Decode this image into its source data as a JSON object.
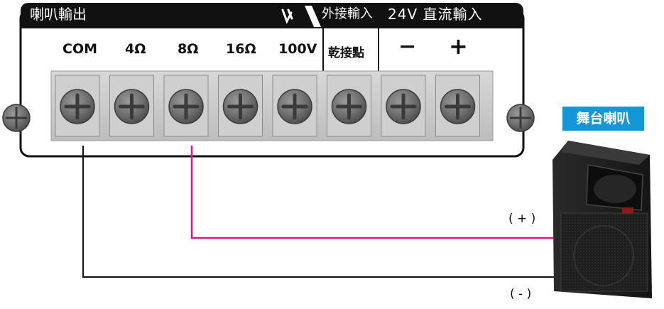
{
  "panel": {
    "speaker_output_label": "喇叭輸出",
    "external_input_label": "外接輸入",
    "dc_input_label": "24V 直流輸入",
    "dry_contact_label": "乾接點",
    "terminals": [
      "COM",
      "4Ω",
      "8Ω",
      "16Ω",
      "100V",
      "乾接點",
      "−",
      "+"
    ]
  },
  "wiring": {
    "plus_label": "( + )",
    "minus_label": "( - )",
    "plus_wire_color": "#e0157f",
    "minus_wire_color": "#111111"
  },
  "speaker": {
    "badge_label": "舞台喇叭",
    "badge_color": "#1596d6"
  }
}
